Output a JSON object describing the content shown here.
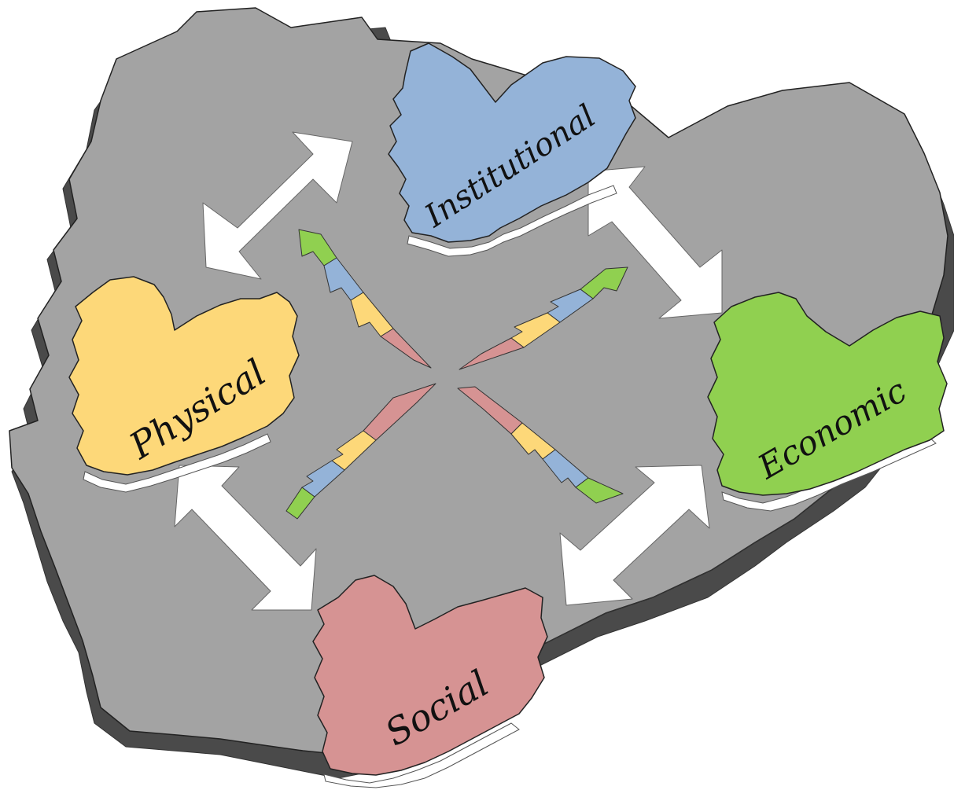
{
  "labels": {
    "institutional": "Institutional",
    "physical": "Physical",
    "economic": "Economic",
    "social": "Social"
  },
  "colors": {
    "background": "#ffffff",
    "base_top": "#a3a3a3",
    "base_side": "#4a4a4a",
    "base_edge": "#6a6a6a",
    "arrow": "#ffffff",
    "institutional": "#94b3d8",
    "physical": "#fdd879",
    "economic": "#90d050",
    "social": "#d69393"
  },
  "icons": {
    "arrows": "double-headed-arrow",
    "spokes": "segmented-chevron-spoke"
  }
}
